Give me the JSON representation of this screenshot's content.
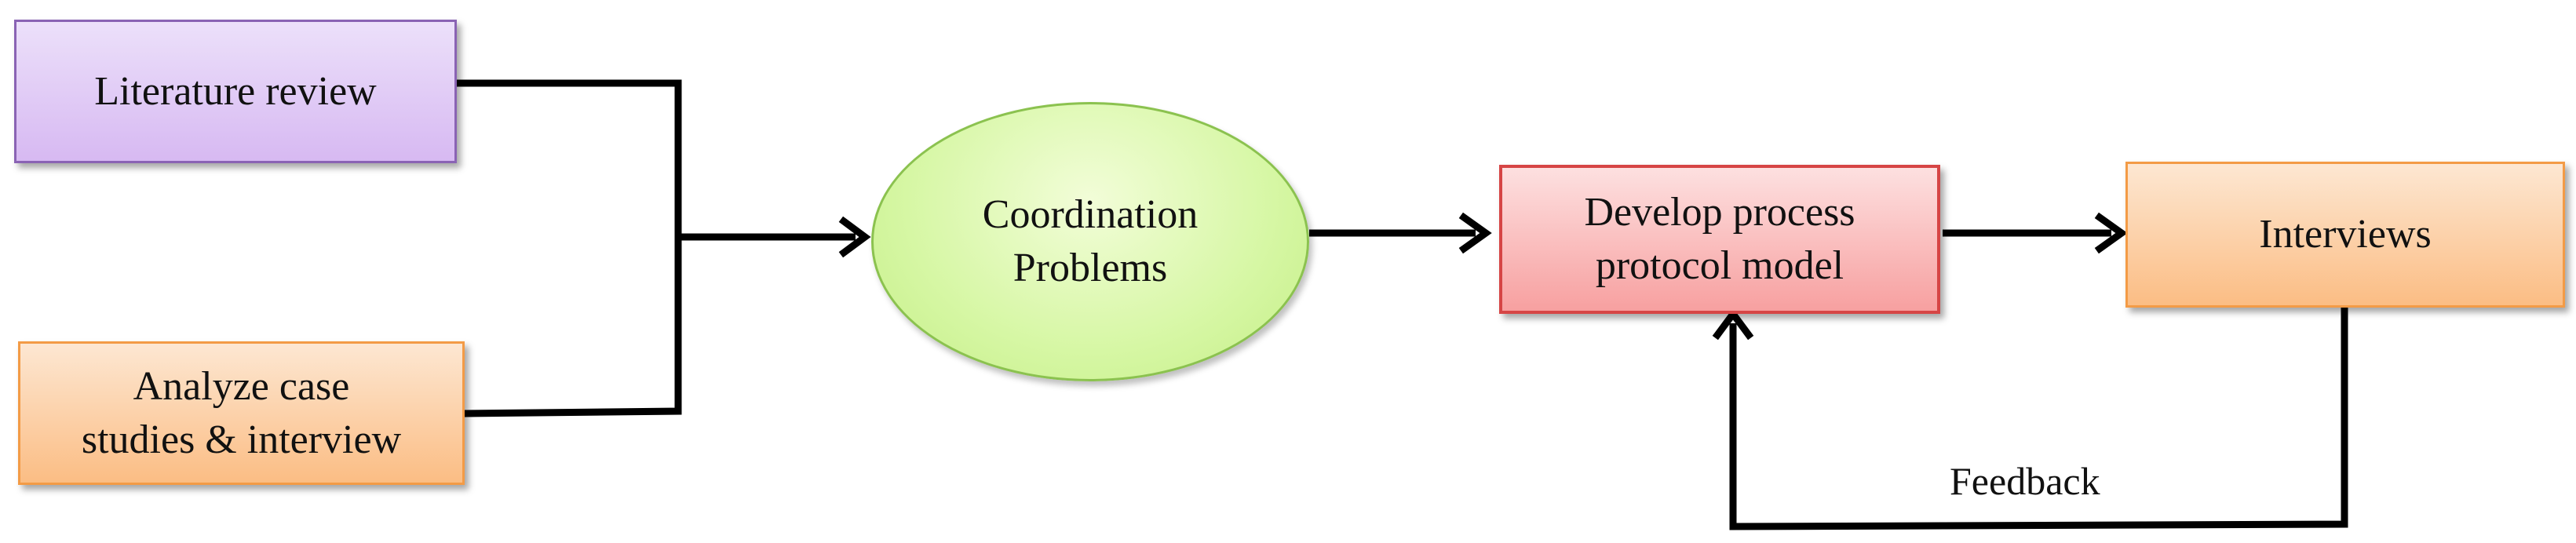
{
  "nodes": {
    "literature_review": "Literature review",
    "analyze_case_line1": "Analyze case",
    "analyze_case_line2": "studies  & interview",
    "coordination_line1": "Coordination",
    "coordination_line2": "Problems",
    "develop_line1": "Develop process",
    "develop_line2": "protocol model",
    "interviews": "Interviews"
  },
  "edges": {
    "feedback_label": "Feedback"
  },
  "colors": {
    "purple_fill": "#d7b9f2",
    "orange_fill": "#fbbd84",
    "red_fill": "#f7a0a0",
    "green_fill": "#d6f7a4",
    "connector": "#000000"
  }
}
